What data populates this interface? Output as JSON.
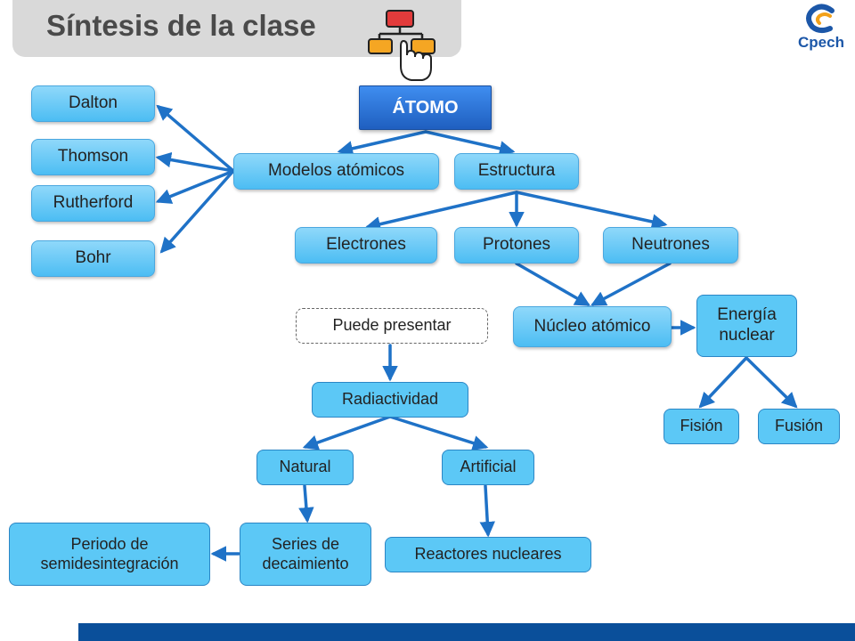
{
  "slide": {
    "title": "Síntesis de la clase",
    "brand": "Cpech",
    "colors": {
      "node_fill": "#5cc8f6",
      "arrow": "#1f72c7",
      "root_fill": "#2a72d6",
      "band": "#0a4f9a"
    }
  },
  "nodes": {
    "atomo": "ÁTOMO",
    "modelos": "Modelos atómicos",
    "estructura": "Estructura",
    "dalton": "Dalton",
    "thomson": "Thomson",
    "rutherford": "Rutherford",
    "bohr": "Bohr",
    "electrones": "Electrones",
    "protones": "Protones",
    "neutrones": "Neutrones",
    "nucleo": "Núcleo atómico",
    "puede": "Puede presentar",
    "energia": "Energía nuclear",
    "radiactividad": "Radiactividad",
    "fision": "Fisión",
    "fusion": "Fusión",
    "natural": "Natural",
    "artificial": "Artificial",
    "series": "Series de decaimiento",
    "periodo": "Periodo de semidesintegración",
    "reactores": "Reactores nucleares"
  }
}
